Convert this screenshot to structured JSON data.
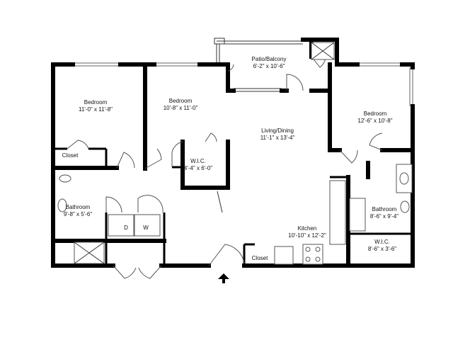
{
  "rooms": {
    "bedroom1": {
      "name": "Bedroom",
      "dims": "11'-0\" x 11'-8\""
    },
    "bedroom2": {
      "name": "Bedroom",
      "dims": "10'-8\" x 11'-0\""
    },
    "bedroom3": {
      "name": "Bedroom",
      "dims": "12'-6\" x 10'-8\""
    },
    "patio": {
      "name": "Patio/Balcony",
      "dims": "6'-2\" x 10'-6\""
    },
    "living": {
      "name": "Living/Dining",
      "dims": "11'-1\" x 13'-4\""
    },
    "wic1": {
      "name": "W.I.C.",
      "dims": "4'-4\" x 6'-0\""
    },
    "wic2": {
      "name": "W.I.C.",
      "dims": "8'-6\" x 3'-6\""
    },
    "bath1": {
      "name": "Bathroom",
      "dims": "9'-8\" x 5'-6\""
    },
    "bath2": {
      "name": "Bathroom",
      "dims": "8'-6\" x 9'-4\""
    },
    "kitchen": {
      "name": "Kitchen",
      "dims": "10'-10\" x 12'-2\""
    },
    "closet1": {
      "name": "Closet"
    },
    "closet2": {
      "name": "Closet"
    }
  },
  "appliances": {
    "dryer": "D",
    "washer": "W"
  }
}
